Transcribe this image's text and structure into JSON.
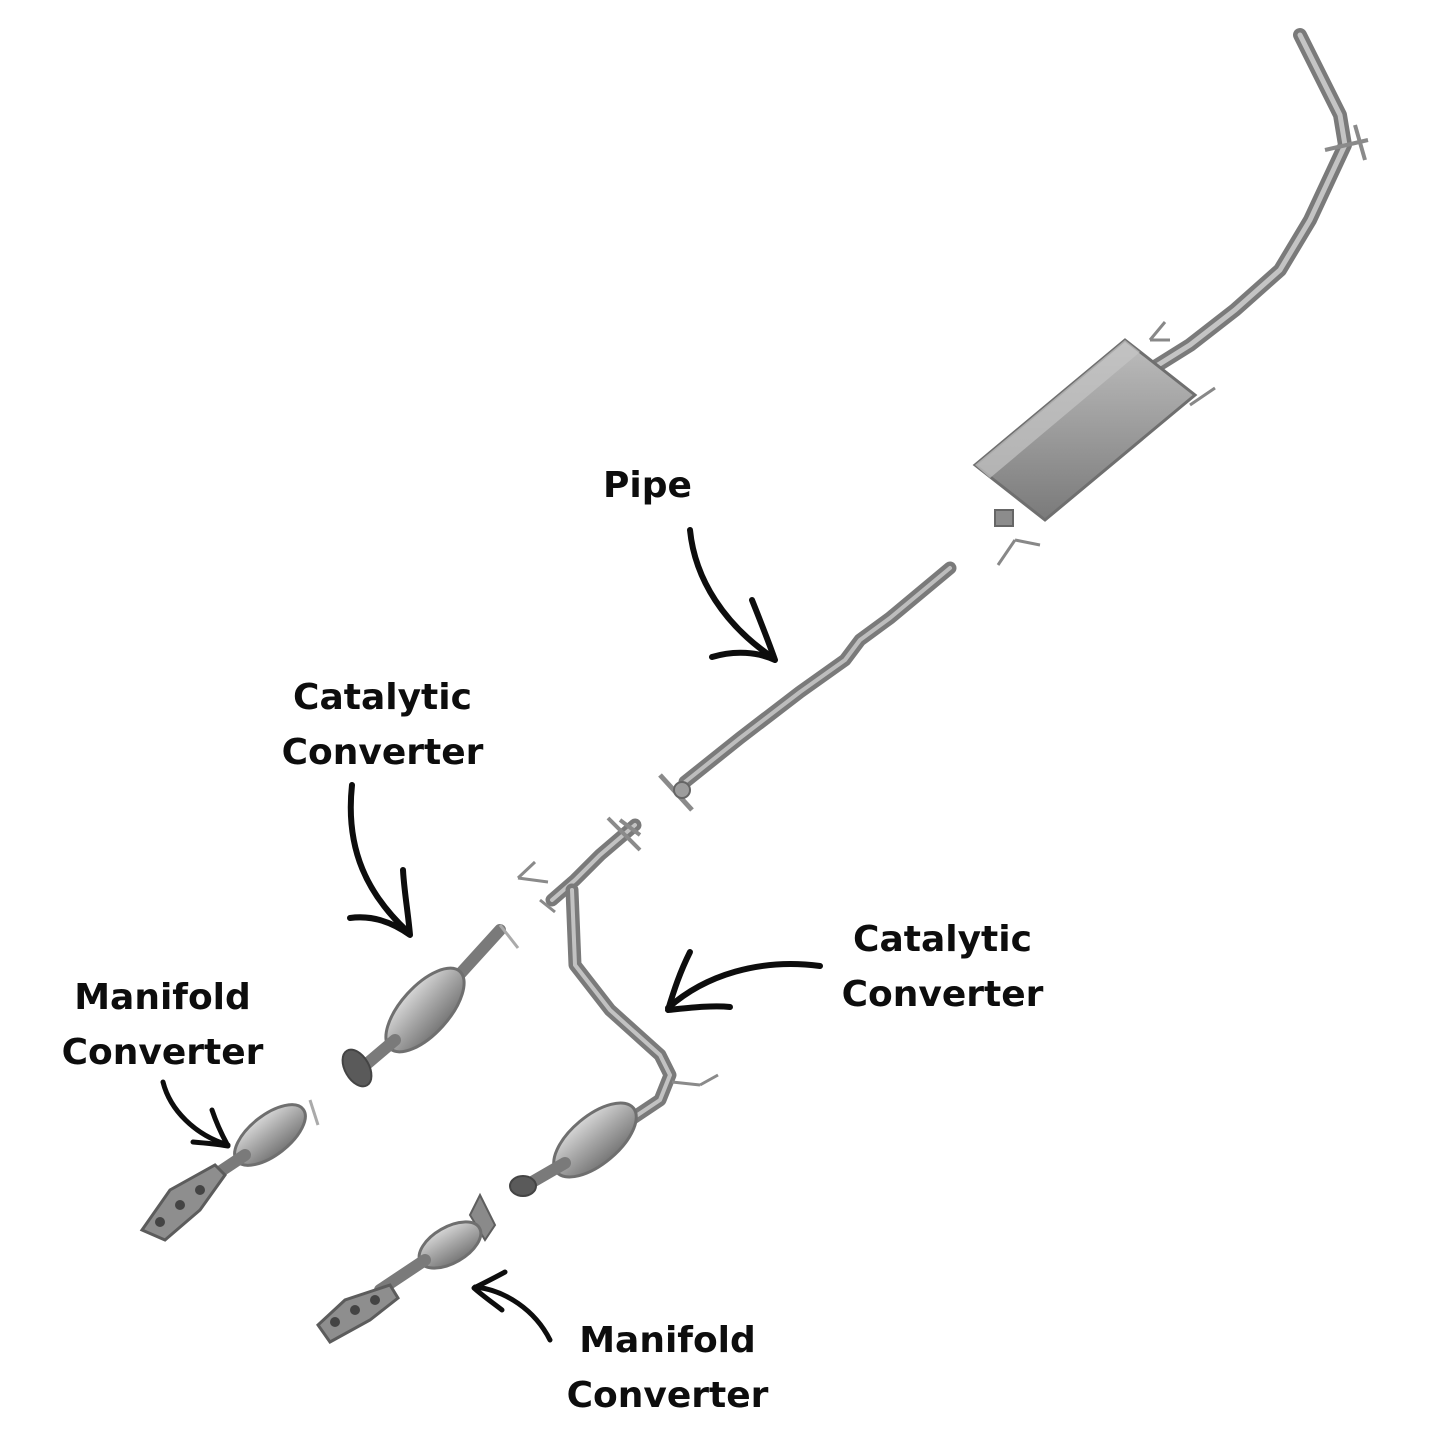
{
  "colors": {
    "background": "#ffffff",
    "metal": "#9a9a9a",
    "metal_dark": "#6f6f6f",
    "metal_light": "#c9c9c9",
    "arrow": "#0d0d0d",
    "label_text": "#0d0d0d"
  },
  "labels": {
    "pipe": {
      "line1": "Pipe"
    },
    "catalytic_upper": {
      "line1": "Catalytic",
      "line2": "Converter"
    },
    "catalytic_right": {
      "line1": "Catalytic",
      "line2": "Converter"
    },
    "manifold_left": {
      "line1": "Manifold",
      "line2": "Converter"
    },
    "manifold_bottom": {
      "line1": "Manifold",
      "line2": "Converter"
    }
  }
}
